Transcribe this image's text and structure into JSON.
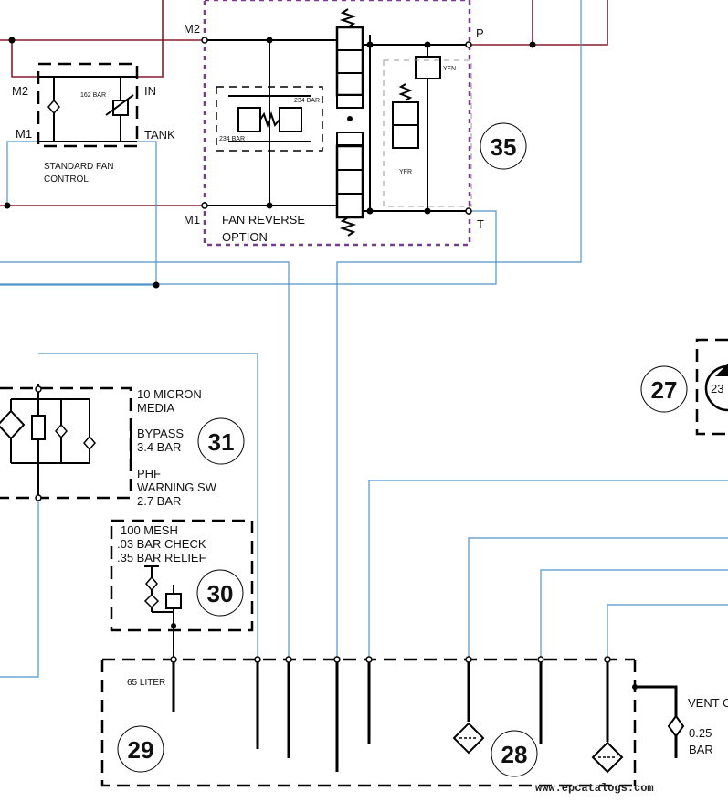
{
  "colors": {
    "pressure_line": "#8a1c2c",
    "drain_line": "#4f95c9",
    "option_box": "#7a3a8f"
  },
  "fan_control": {
    "m2": "M2",
    "m1": "M1",
    "in": "IN",
    "tank": "TANK",
    "setting": "162 BAR",
    "label1": "STANDARD FAN",
    "label2": "CONTROL"
  },
  "fan_reverse": {
    "m2": "M2",
    "m1": "M1",
    "p": "P",
    "t": "T",
    "relief_left": "234 BAR",
    "relief_right": "234 BAR",
    "sol_upper": "YFN",
    "sol_lower": "YFR",
    "label1": "FAN REVERSE",
    "label2": "OPTION",
    "callout": "35"
  },
  "return_filter": {
    "line1": "10 MICRON",
    "line2": "MEDIA",
    "line3": "BYPASS",
    "line4": "3.4 BAR",
    "line5": "PHF",
    "line6": "WARNING SW",
    "line7": "2.7 BAR",
    "callout": "31"
  },
  "suction_strainer": {
    "line1": "100 MESH",
    "line2": ".03 BAR CHECK",
    "line3": ".35 BAR RELIEF",
    "callout": "30"
  },
  "reservoir": {
    "volume": "65 LITER",
    "callout": "29"
  },
  "diffuser_callout": "28",
  "pump_callout": "27",
  "pump_partial": "23",
  "vent": {
    "label": "VENT C",
    "pressure": "0.25",
    "unit": "BAR"
  },
  "watermark": "www.epcatalogs.com"
}
